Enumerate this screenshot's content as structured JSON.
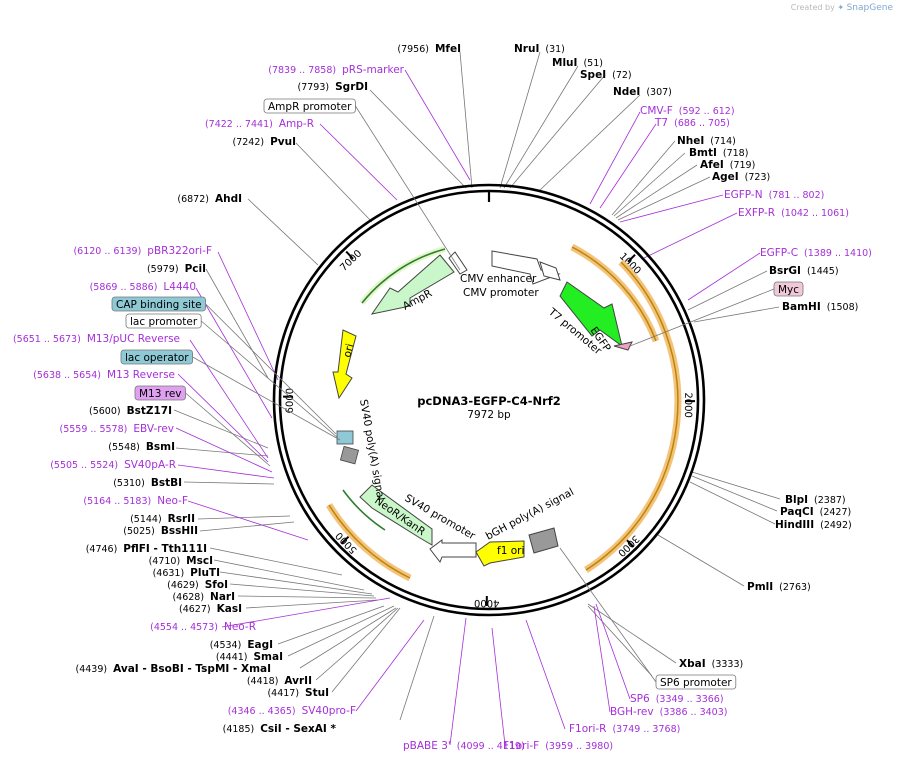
{
  "credit": {
    "created_by": "Created by",
    "brand": "SnapGene",
    "logo_icon": "snapgene-logo-icon"
  },
  "plasmid": {
    "name": "pcDNA3-EGFP-C4-Nrf2",
    "size_label": "7972 bp",
    "length": 7972
  },
  "ticks": [
    "1000",
    "2000",
    "3000",
    "4000",
    "5000",
    "6000",
    "7000"
  ],
  "enzymes": [
    {
      "name": "MfeI",
      "pos": "(7956)"
    },
    {
      "name": "NruI",
      "pos": "(31)"
    },
    {
      "name": "MluI",
      "pos": "(51)"
    },
    {
      "name": "SpeI",
      "pos": "(72)"
    },
    {
      "name": "SgrDI",
      "pos": "(7793)"
    },
    {
      "name": "NdeI",
      "pos": "(307)"
    },
    {
      "name": "PvuI",
      "pos": "(7242)"
    },
    {
      "name": "NheI",
      "pos": "(714)"
    },
    {
      "name": "BmtI",
      "pos": "(718)"
    },
    {
      "name": "AfeI",
      "pos": "(719)"
    },
    {
      "name": "AgeI",
      "pos": "(723)"
    },
    {
      "name": "AhdI",
      "pos": "(6872)"
    },
    {
      "name": "PciI",
      "pos": "(5979)"
    },
    {
      "name": "BsrGI",
      "pos": "(1445)"
    },
    {
      "name": "BamHI",
      "pos": "(1508)"
    },
    {
      "name": "BstZ17I",
      "pos": "(5600)"
    },
    {
      "name": "BsmI",
      "pos": "(5548)"
    },
    {
      "name": "BstBI",
      "pos": "(5310)"
    },
    {
      "name": "RsrII",
      "pos": "(5144)"
    },
    {
      "name": "BssHII",
      "pos": "(5025)"
    },
    {
      "name": "BlpI",
      "pos": "(2387)"
    },
    {
      "name": "PaqCI",
      "pos": "(2427)"
    },
    {
      "name": "HindIII",
      "pos": "(2492)"
    },
    {
      "name": "PflFI - Tth111I",
      "pos": "(4746)"
    },
    {
      "name": "MscI",
      "pos": "(4710)"
    },
    {
      "name": "PluTI",
      "pos": "(4631)"
    },
    {
      "name": "SfoI",
      "pos": "(4629)"
    },
    {
      "name": "NarI",
      "pos": "(4628)"
    },
    {
      "name": "KasI",
      "pos": "(4627)"
    },
    {
      "name": "PmlI",
      "pos": "(2763)"
    },
    {
      "name": "EagI",
      "pos": "(4534)"
    },
    {
      "name": "SmaI",
      "pos": "(4441)"
    },
    {
      "name": "AvaI - BsoBI - TspMI - XmaI",
      "pos": "(4439)"
    },
    {
      "name": "AvrII",
      "pos": "(4418)"
    },
    {
      "name": "StuI",
      "pos": "(4417)"
    },
    {
      "name": "XbaI",
      "pos": "(3333)"
    },
    {
      "name": "CsiI - SexAI *",
      "pos": "(4185)"
    }
  ],
  "primers": [
    {
      "name": "pRS-marker",
      "pos": "(7839 .. 7858)"
    },
    {
      "name": "Amp-R",
      "pos": "(7422 .. 7441)"
    },
    {
      "name": "CMV-F",
      "pos": "(592 .. 612)"
    },
    {
      "name": "T7",
      "pos": "(686 .. 705)"
    },
    {
      "name": "EGFP-N",
      "pos": "(781 .. 802)"
    },
    {
      "name": "EXFP-R",
      "pos": "(1042 .. 1061)"
    },
    {
      "name": "pBR322ori-F",
      "pos": "(6120 .. 6139)"
    },
    {
      "name": "EGFP-C",
      "pos": "(1389 .. 1410)"
    },
    {
      "name": "L4440",
      "pos": "(5869 .. 5886)"
    },
    {
      "name": "M13/pUC Reverse",
      "pos": "(5651 .. 5673)"
    },
    {
      "name": "M13 Reverse",
      "pos": "(5638 .. 5654)"
    },
    {
      "name": "EBV-rev",
      "pos": "(5559 .. 5578)"
    },
    {
      "name": "SV40pA-R",
      "pos": "(5505 .. 5524)"
    },
    {
      "name": "Neo-F",
      "pos": "(5164 .. 5183)"
    },
    {
      "name": "Neo-R",
      "pos": "(4554 .. 4573)"
    },
    {
      "name": "SV40pro-F",
      "pos": "(4346 .. 4365)"
    },
    {
      "name": "pBABE 3'",
      "pos": "(4099 .. 4119)"
    },
    {
      "name": "F1ori-F",
      "pos": "(3959 .. 3980)"
    },
    {
      "name": "F1ori-R",
      "pos": "(3749 .. 3768)"
    },
    {
      "name": "BGH-rev",
      "pos": "(3386 .. 3403)"
    },
    {
      "name": "SP6",
      "pos": "(3349 .. 3366)"
    }
  ],
  "boxed_labels": [
    {
      "text": "AmpR promoter"
    },
    {
      "text": "Myc"
    },
    {
      "text": "CAP binding site"
    },
    {
      "text": "lac promoter"
    },
    {
      "text": "lac operator"
    },
    {
      "text": "M13 rev"
    },
    {
      "text": "SP6 promoter"
    }
  ],
  "feature_labels": [
    {
      "text": "CMV enhancer"
    },
    {
      "text": "CMV promoter"
    },
    {
      "text": "T7 promoter"
    },
    {
      "text": "EGFP"
    },
    {
      "text": "AmpR"
    },
    {
      "text": "ori"
    },
    {
      "text": "SV40 poly(A) signal"
    },
    {
      "text": "NeoR/KanR"
    },
    {
      "text": "SV40 promoter"
    },
    {
      "text": "bGH poly(A) signal"
    },
    {
      "text": "f1 ori"
    }
  ],
  "colors": {
    "backbone": "#000000",
    "primer": "#a42fd8",
    "egfp": "#22ee22",
    "amp": "#c9f7c9",
    "ori": "#ffff00",
    "promoter": "#ffffff",
    "orf_highlight": "#f5c27a",
    "orf_arrow": "#b8860b",
    "cap_box": "#8fc9d6",
    "m13_box": "#e0a0f0",
    "myc_box": "#f0c8d8"
  }
}
